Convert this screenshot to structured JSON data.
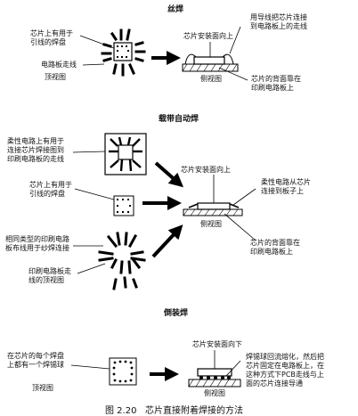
{
  "sections": {
    "wire": {
      "title": "丝焊",
      "label_pad": "芯片上有用于\n引线的焊盘",
      "label_trace": "电路板走线",
      "label_top": "顶视图",
      "label_faceup": "芯片安装面向上",
      "label_wire": "用导线把芯片连接\n到电路板上的走线",
      "label_back": "芯片的背面靠在\n印刷电路板上",
      "label_side": "侧视图"
    },
    "tab": {
      "title": "载带自动焊",
      "label_flex": "柔性电路上有用于\n连接芯片焊接图到\n印刷电路板的走线",
      "label_pad": "芯片上有用于\n引线的焊盘",
      "label_same": "相同类型的印刷电路\n板布线用于纱焊连接",
      "label_pcb": "印刷电路板走\n线的顶视图",
      "label_faceup": "芯片安装面向上",
      "label_flexconn": "柔性电路从芯片\n连接到板子上",
      "label_side": "侧视图",
      "label_back": "芯片的背面靠在\n印刷电路板上"
    },
    "flip": {
      "title": "倒装焊",
      "label_ball": "在芯片的每个焊盘\n上都有一个焊锡球",
      "label_top": "顶视图",
      "label_facedown": "芯片安装面向下",
      "label_reflow": "焊锡球回流熔化，然后把\n芯片固定在电路板上，在\n这种方式下PCB走线与上\n面的芯片连接导通",
      "label_side": "侧视图"
    }
  },
  "caption": "图 2.20   芯片直接附着焊接的方法"
}
